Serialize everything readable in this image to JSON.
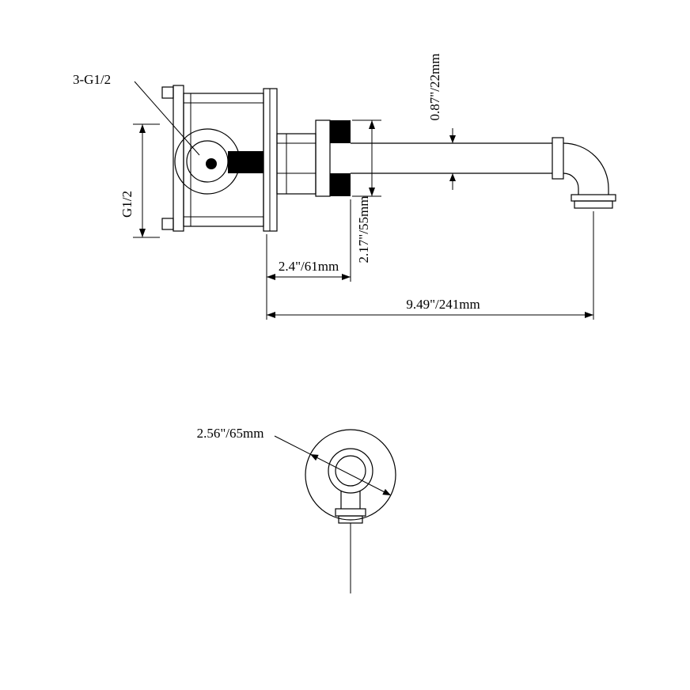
{
  "drawing": {
    "labels": {
      "valve_ports": "3-G1/2",
      "inlet_thread": "G1/2",
      "spout_diameter": "0.87\"/22mm",
      "flange_height": "2.17\"/55mm",
      "valve_depth": "2.4\"/61mm",
      "spout_reach": "9.49\"/241mm",
      "escutcheon_diameter": "2.56\"/65mm"
    },
    "colors": {
      "line_color": "#000000",
      "background": "#ffffff",
      "solid_fill": "#000000"
    }
  }
}
